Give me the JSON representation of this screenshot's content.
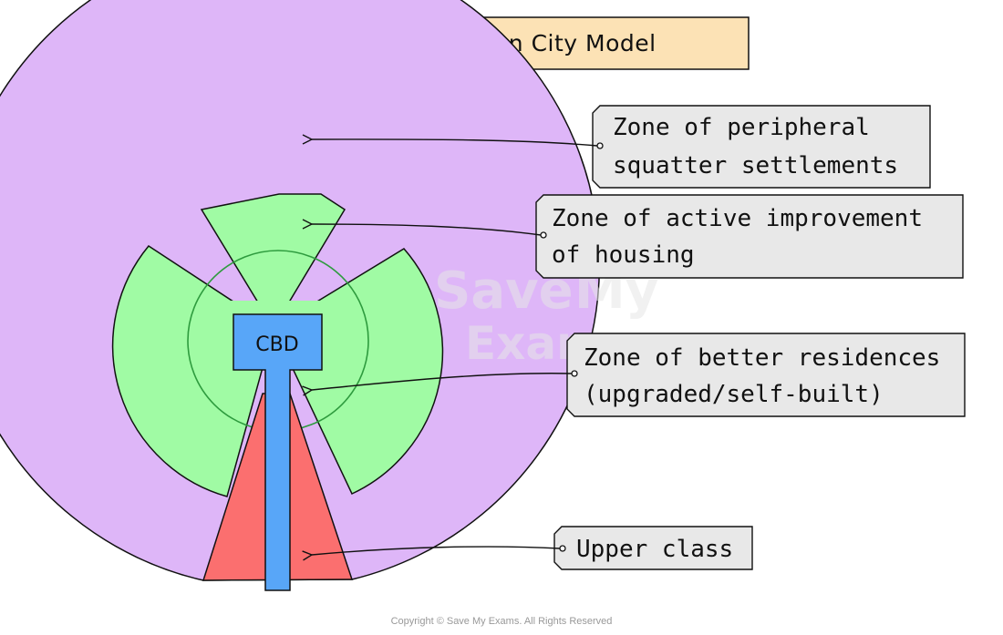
{
  "title": "Latin American City Model",
  "cbd_label": "CBD",
  "labels": {
    "peripheral": [
      "Zone of peripheral",
      "squatter settlements"
    ],
    "improvement": [
      "Zone of active improvement",
      "of housing"
    ],
    "better": [
      "Zone of better residences",
      "(upgraded/self-built)"
    ],
    "upper": [
      "Upper class"
    ]
  },
  "watermark": [
    "Save",
    "My",
    "Exams"
  ],
  "copyright": "Copyright © Save My Exams. All Rights Reserved",
  "colors": {
    "title_bg": "#fce2b5",
    "outer_zone": "#deb6f8",
    "green_zone": "#a0fba4",
    "green_ring": "#2e9b3e",
    "cbd": "#58a6f8",
    "upper_class": "#fb6f6f",
    "label_bg": "#e8e8e8"
  }
}
